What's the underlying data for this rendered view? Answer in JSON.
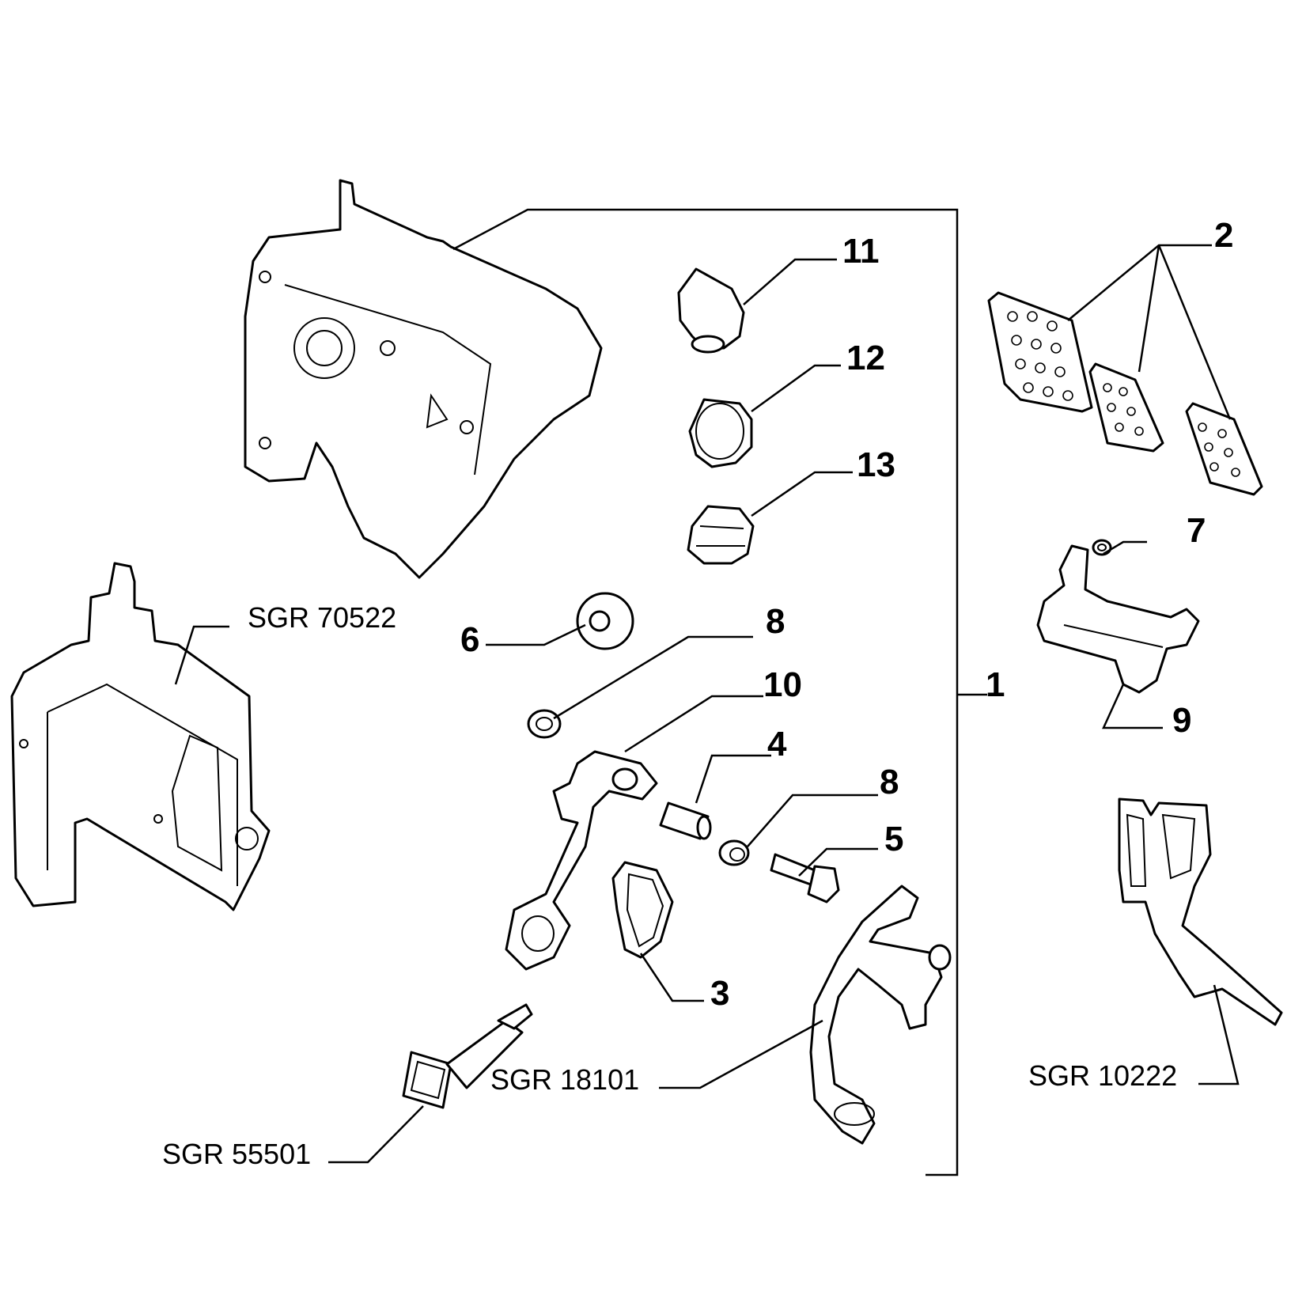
{
  "callouts": {
    "c1": "1",
    "c2": "2",
    "c3": "3",
    "c4": "4",
    "c5": "5",
    "c6": "6",
    "c7": "7",
    "c8a": "8",
    "c8b": "8",
    "c9": "9",
    "c10": "10",
    "c11": "11",
    "c12": "12",
    "c13": "13"
  },
  "references": {
    "r70522": "SGR 70522",
    "r18101": "SGR 18101",
    "r55501": "SGR 55501",
    "r10222": "SGR 10222"
  }
}
